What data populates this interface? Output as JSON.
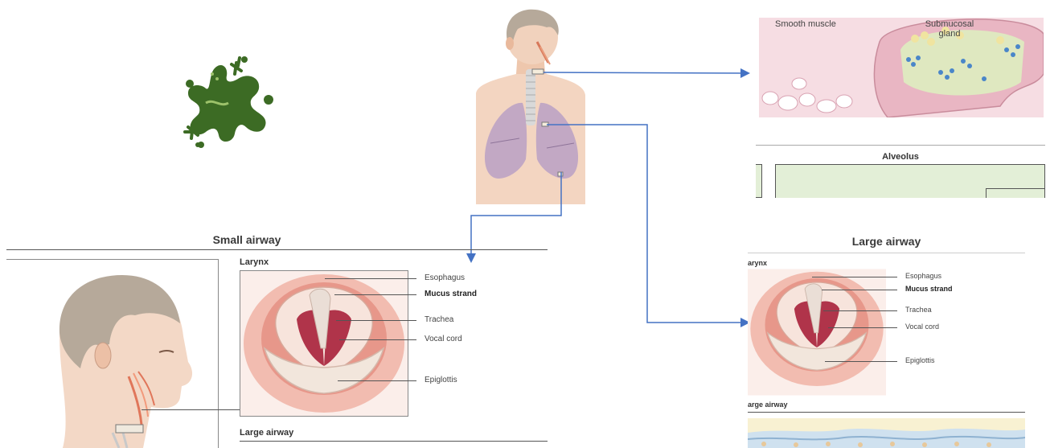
{
  "headings": {
    "small_airway": "Small airway",
    "large_airway": "Large airway"
  },
  "small_airway_panel": {
    "larynx_title": "Larynx",
    "large_airway_title": "Large airway",
    "labels": [
      "Esophagus",
      "Mucus strand",
      "Trachea",
      "Vocal cord",
      "Epiglottis"
    ]
  },
  "large_airway_panel": {
    "larynx_title": "arynx",
    "large_airway_title": "arge airway",
    "labels": [
      "Esophagus",
      "Mucus strand",
      "Trachea",
      "Vocal cord",
      "Epiglottis"
    ]
  },
  "tissue_panel": {
    "smooth_muscle": "Smooth muscle",
    "submucosal_gland_line1": "Submucosal",
    "submucosal_gland_line2": "gland",
    "alveolus": "Alveolus"
  },
  "colors": {
    "arrow": "#4472c4",
    "microbe": "#3c6b24",
    "lung": "#b9a0c4",
    "skin": "#f1d2bd",
    "alveolus_fill": "#e3efd7"
  },
  "icons": [
    "microbe-icon",
    "torso-lungs-illustration",
    "head-larynx-illustration"
  ]
}
